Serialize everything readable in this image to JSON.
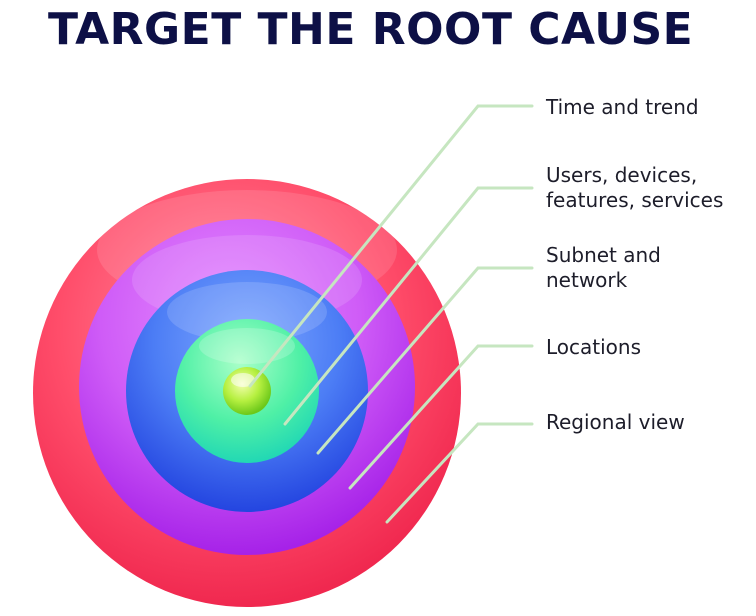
{
  "title": "TARGET THE ROOT CAUSE",
  "rings": [
    {
      "label": "Time and trend",
      "color": "#7ff5a0"
    },
    {
      "label": "Users, devices,\nfeatures, services",
      "color": "#4fe3b0"
    },
    {
      "label": "Subnet and\nnetwork",
      "color": "#3d6cf2"
    },
    {
      "label": "Locations",
      "color": "#c23cf0"
    },
    {
      "label": "Regional view",
      "color": "#ff3f62"
    }
  ],
  "leader_color": "#c6e6c0"
}
